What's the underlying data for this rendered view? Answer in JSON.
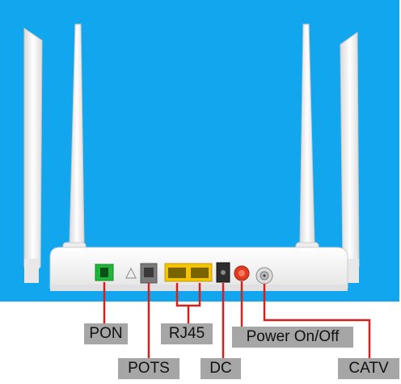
{
  "colors": {
    "background_panel": "#12a6ef",
    "router_body": "#f2f2f2",
    "connector_line": "#d62020",
    "label_box": "#a6a6a6",
    "pon_port": "#21b43a",
    "lan_ports": "#f4c400",
    "power_button": "#e23b1e"
  },
  "labels": {
    "pon": "PON",
    "pots": "POTS",
    "rj45": "RJ45",
    "dc": "DC",
    "power": "Power On/Off",
    "catv": "CATV"
  }
}
